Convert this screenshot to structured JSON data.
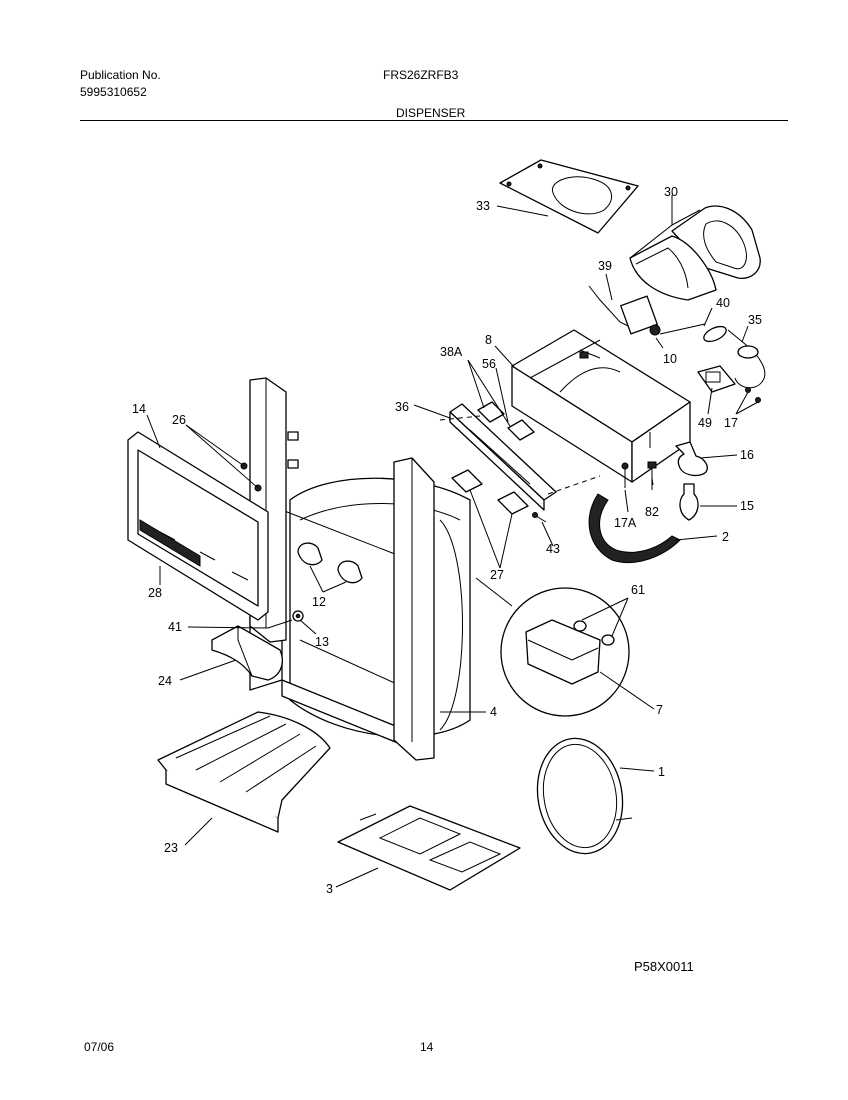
{
  "header": {
    "publication_label": "Publication No.",
    "publication_number": "5995310652",
    "model": "FRS26ZRFB3",
    "section": "DISPENSER"
  },
  "parts": {
    "p33": "33",
    "p30": "30",
    "p39": "39",
    "p40": "40",
    "p35": "35",
    "p8": "8",
    "p38a": "38A",
    "p56": "56",
    "p10": "10",
    "p36": "36",
    "p49": "49",
    "p17": "17",
    "p16": "16",
    "p14": "14",
    "p26": "26",
    "p82": "82",
    "p15": "15",
    "p17a": "17A",
    "p2": "2",
    "p43": "43",
    "p27": "27",
    "p61": "61",
    "p28": "28",
    "p12": "12",
    "p41": "41",
    "p13": "13",
    "p24": "24",
    "p7": "7",
    "p4": "4",
    "p1": "1",
    "p23": "23",
    "p3": "3"
  },
  "figure_code": "P58X0011",
  "footer": {
    "date": "07/06",
    "page": "14"
  }
}
